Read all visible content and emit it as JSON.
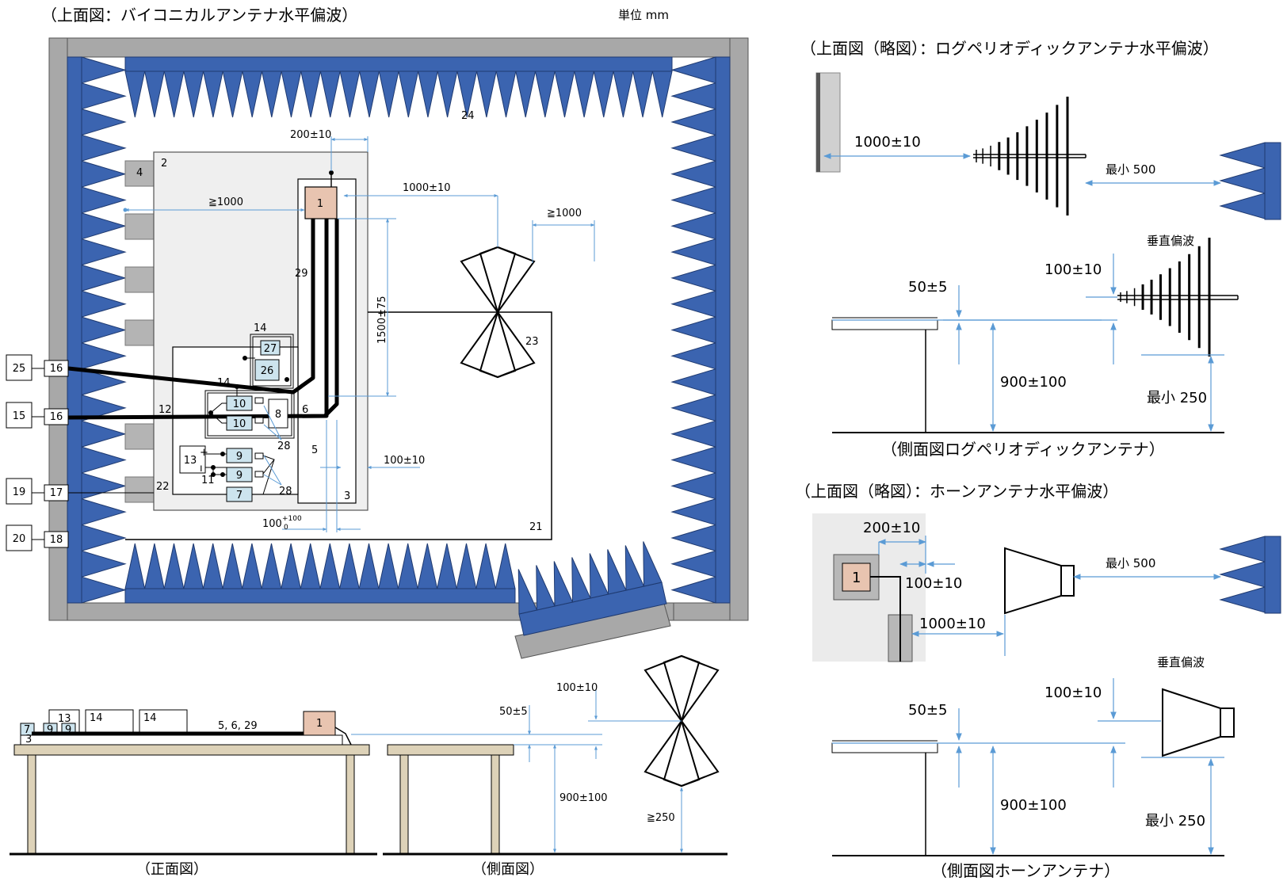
{
  "colors": {
    "absorber_blue": "#3b64b0",
    "wall_gray": "#a8a8a8",
    "floor_light": "#efefef",
    "dim_blue": "#5b9bd5",
    "box_lightblue": "#cde4ee",
    "box_peach": "#e8c4b0",
    "table_beige": "#ddd2b8"
  },
  "top_view": {
    "title": "（上面図：バイコニカルアンテナ水平偏波）",
    "unit": "単位 mm",
    "dims": {
      "d200": "200±10",
      "d1000a": "1000±10",
      "d_ge1000_left": "≧1000",
      "d_ge1000_right": "≧1000",
      "d1500": "1500±75",
      "d100": "100±10",
      "d100plus_base": "100",
      "d100plus_sup": "+100",
      "d100plus_sub": "0"
    },
    "labels": [
      "1",
      "2",
      "3",
      "4",
      "5",
      "6",
      "8",
      "11",
      "12",
      "14",
      "14",
      "21",
      "22",
      "23",
      "24",
      "28",
      "28",
      "29",
      "13"
    ],
    "label_n1": "1",
    "label_n2": "2",
    "label_n3": "3",
    "label_n4": "4",
    "label_n5": "5",
    "label_n6": "6",
    "label_n8": "8",
    "label_n11": "11",
    "label_n12": "12",
    "label_n14a": "14",
    "label_n14b": "14",
    "label_n21": "21",
    "label_n22": "22",
    "label_n23": "23",
    "label_n24": "24",
    "label_n28a": "28",
    "label_n28b": "28",
    "label_n29": "29",
    "label_n13": "13",
    "box_27": "27",
    "box_26": "26",
    "box_10a": "10",
    "box_10b": "10",
    "box_9a": "9",
    "box_9b": "9",
    "box_7": "7",
    "plus": "+",
    "minus": "ı",
    "ext_boxes": [
      {
        "outer": "25",
        "inner": "16"
      },
      {
        "outer": "15",
        "inner": "16"
      },
      {
        "outer": "19",
        "inner": "17"
      },
      {
        "outer": "20",
        "inner": "18"
      }
    ]
  },
  "front_view": {
    "caption": "（正面図）",
    "b7": "7",
    "b9a": "9",
    "b9b": "9",
    "b13": "13",
    "b14a": "14",
    "b14b": "14",
    "cables": "5, 6, 29",
    "b1": "1",
    "b3": "3"
  },
  "side_view": {
    "caption": "（側面図）",
    "d50": "50±5",
    "d100": "100±10",
    "d900": "900±100",
    "d250": "≧250"
  },
  "logperiodic_top": {
    "title": "（上面図（略図）：ログペリオディックアンテナ水平偏波）",
    "d1000": "1000±10",
    "dmin500": "最小 500"
  },
  "logperiodic_side": {
    "caption": "（側面図ログペリオディックアンテナ）",
    "vertical": "垂直偏波",
    "d100": "100±10",
    "d50": "50±5",
    "d900": "900±100",
    "dmin250": "最小 250"
  },
  "horn_top": {
    "title": "（上面図（略図）：ホーンアンテナ水平偏波）",
    "d200": "200±10",
    "b1": "1",
    "d100": "100±10",
    "d1000": "1000±10",
    "dmin500": "最小 500"
  },
  "horn_side": {
    "caption": "（側面図ホーンアンテナ）",
    "vertical": "垂直偏波",
    "d100": "100±10",
    "d50": "50±5",
    "d900": "900±100",
    "dmin250": "最小 250"
  }
}
